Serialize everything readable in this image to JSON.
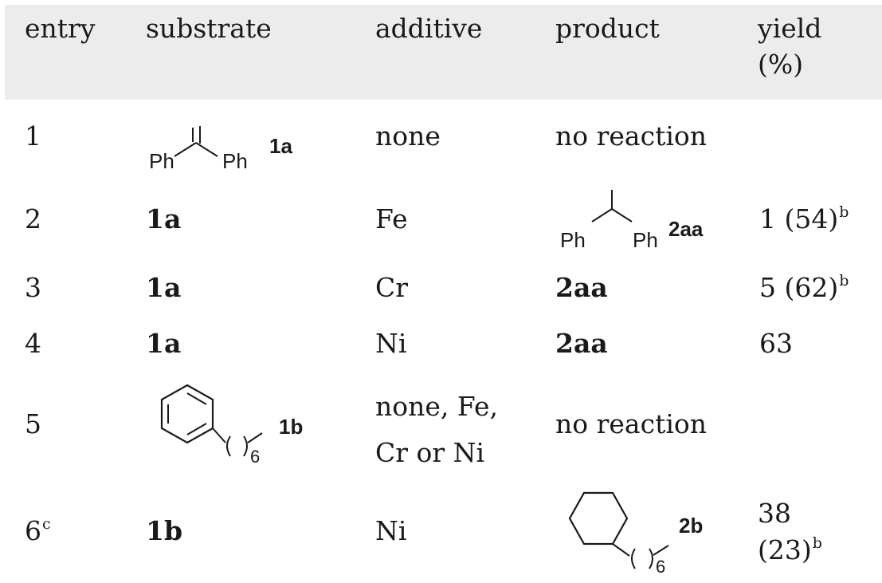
{
  "header": {
    "entry": "entry",
    "substrate": "substrate",
    "additive": "additive",
    "product": "product",
    "yield_line1": "yield",
    "yield_line2": "(%)"
  },
  "rows": [
    {
      "entry": "1",
      "substrate": "1a",
      "additive": "none",
      "product": "no reaction",
      "yield": ""
    },
    {
      "entry": "2",
      "substrate": "1a",
      "additive": "Fe",
      "product": "2aa",
      "yield": "1 (54)",
      "yield_note": "b"
    },
    {
      "entry": "3",
      "substrate": "1a",
      "additive": "Cr",
      "product": "2aa",
      "yield": "5 (62)",
      "yield_note": "b"
    },
    {
      "entry": "4",
      "substrate": "1a",
      "additive": "Ni",
      "product": "2aa",
      "yield": "63"
    },
    {
      "entry": "5",
      "substrate": "1b",
      "additive_line1": "none, Fe,",
      "additive_line2": "Cr or Ni",
      "product": "no reaction",
      "yield": ""
    },
    {
      "entry": "6",
      "entry_note": "c",
      "substrate": "1b",
      "additive": "Ni",
      "product": "2b",
      "yield_line1": "38",
      "yield_line2": "(23)",
      "yield_note": "b"
    }
  ],
  "structures": {
    "ph": "Ph",
    "chain_repeat": "6"
  }
}
